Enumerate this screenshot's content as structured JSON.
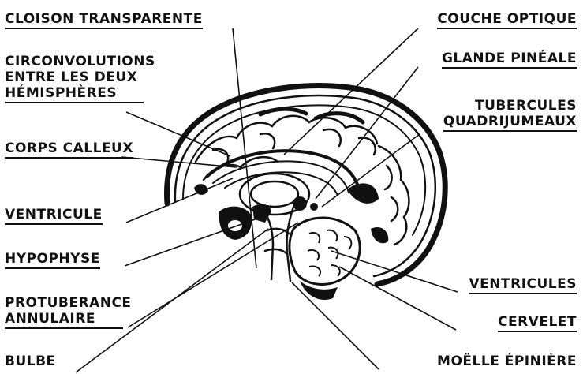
{
  "labels": {
    "cloison": "CLOISON TRANSPARENTE",
    "circonvolutions_line1": "CIRCONVOLUTIONS",
    "circonvolutions_line2": "ENTRE LES DEUX",
    "circonvolutions_line3": "HÉMISPHÈRES",
    "corps_calleux": "CORPS CALLEUX",
    "ventricule": "VENTRICULE",
    "hypophyse": "HYPOPHYSE",
    "protuberance_line1": "PROTUBERANCE",
    "protuberance_line2": "ANNULAIRE",
    "bulbe": "BULBE",
    "couche_optique": "COUCHE OPTIQUE",
    "glande_pineale": "GLANDE PINÉALE",
    "tubercules_line1": "TUBERCULES",
    "tubercules_line2": "QUADRIJUMEAUX",
    "ventricules": "VENTRICULES",
    "cervelet": "CERVELET",
    "moelle": "MOËLLE ÉPINIÈRE"
  }
}
